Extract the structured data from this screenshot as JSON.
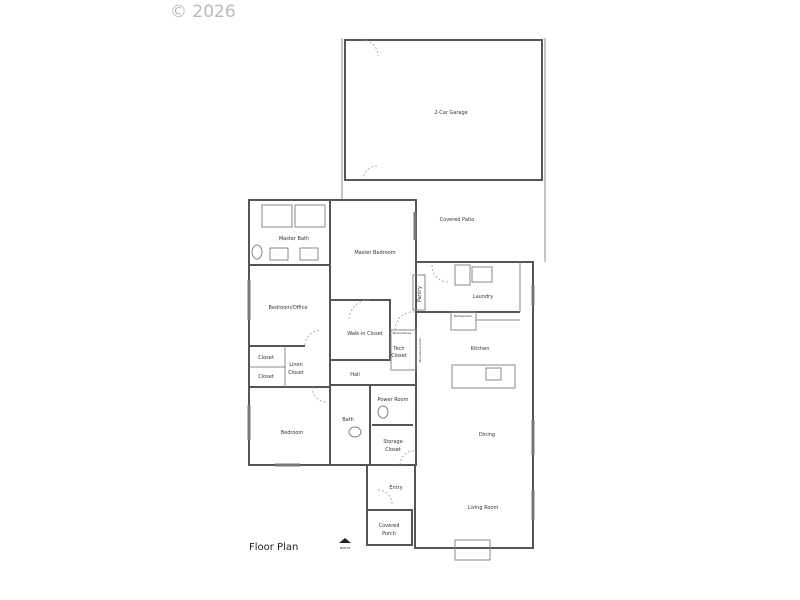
{
  "copyright": "© 2026",
  "plan": {
    "title": "Floor Plan",
    "north_label": "NORTH",
    "rooms": {
      "garage": "2-Car Garage",
      "covered_patio": "Covered Patio",
      "master_bath": "Master Bath",
      "master_bedroom": "Master Bedroom",
      "laundry": "Laundry",
      "pantry": "Pantry",
      "refrigerator": "Refrigerator",
      "bedroom_office": "Bedroom/Office",
      "walk_in_closet": "Walk-in Closet",
      "tech_closet_1": "Tech",
      "tech_closet_2": "Closet",
      "microwave": "Microwave Oven",
      "bookshelves": "Bookshelves",
      "kitchen": "Kitchen",
      "closet_1": "Closet",
      "closet_2": "Closet",
      "linen_closet_1": "Linen",
      "linen_closet_2": "Closet",
      "hall": "Hall",
      "power_room": "Power Room",
      "bath": "Bath",
      "bedroom": "Bedroom",
      "dining": "Dining",
      "storage_closet_1": "Storage",
      "storage_closet_2": "Closet",
      "entry": "Entry",
      "living_room": "Living Room",
      "covered_porch_1": "Covered",
      "covered_porch_2": "Porch"
    }
  }
}
